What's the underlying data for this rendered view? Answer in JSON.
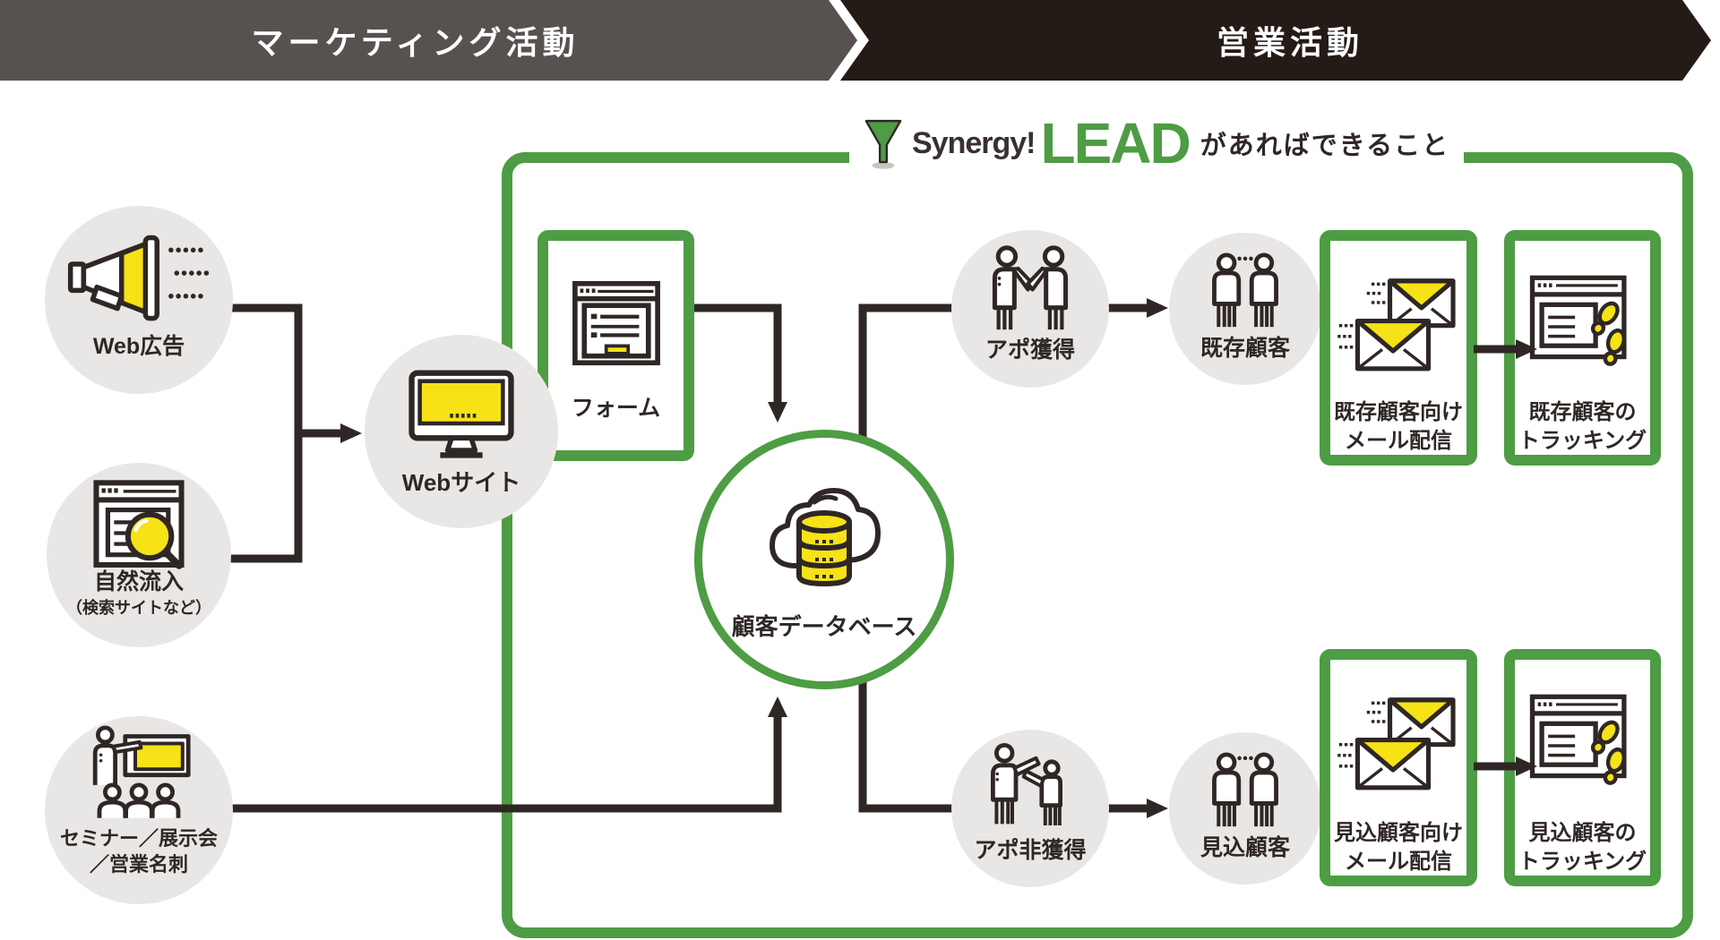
{
  "banners": {
    "marketing": "マーケティング活動",
    "sales": "営業活動"
  },
  "logo": {
    "brand": "Synergy!",
    "product": "LEAD",
    "suffix": "があればできること",
    "icon": "funnel-icon"
  },
  "sources": {
    "web_ad": {
      "label": "Web広告",
      "icon": "megaphone-icon"
    },
    "organic": {
      "label": "自然流入",
      "sublabel": "（検索サイトなど）",
      "icon": "browser-search-icon"
    },
    "seminar": {
      "label": "セミナー／展示会",
      "label2": "／営業名刺",
      "icon": "presenter-audience-icon"
    }
  },
  "nodes": {
    "website": {
      "label": "Webサイト",
      "icon": "monitor-icon"
    },
    "form": {
      "label": "フォーム",
      "icon": "form-window-icon"
    },
    "database": {
      "label": "顧客データベース",
      "icon": "cloud-database-icon"
    },
    "appointment_won": {
      "label": "アポ獲得",
      "icon": "handshake-people-icon"
    },
    "existing_customers": {
      "label": "既存顧客",
      "icon": "two-people-icon"
    },
    "appointment_lost": {
      "label": "アポ非獲得",
      "icon": "parting-people-icon"
    },
    "prospects": {
      "label": "見込顧客",
      "icon": "two-people-icon"
    }
  },
  "actions": {
    "mail_existing": {
      "line1": "既存顧客向け",
      "line2": "メール配信",
      "icon": "envelopes-icon"
    },
    "tracking_existing": {
      "line1": "既存顧客の",
      "line2": "トラッキング",
      "icon": "tracking-footprints-icon"
    },
    "mail_prospects": {
      "line1": "見込顧客向け",
      "line2": "メール配信",
      "icon": "envelopes-icon"
    },
    "tracking_prospects": {
      "line1": "見込顧客の",
      "line2": "トラッキング",
      "icon": "tracking-footprints-icon"
    }
  },
  "colors": {
    "green": "#4e9c44",
    "yellow": "#f6e216",
    "line_dark": "#2f2725",
    "banner_marketing_bg": "#575150",
    "banner_sales_bg": "#241a16",
    "node_circle_bg": "#e9e7e5",
    "text": "#2f2725"
  }
}
